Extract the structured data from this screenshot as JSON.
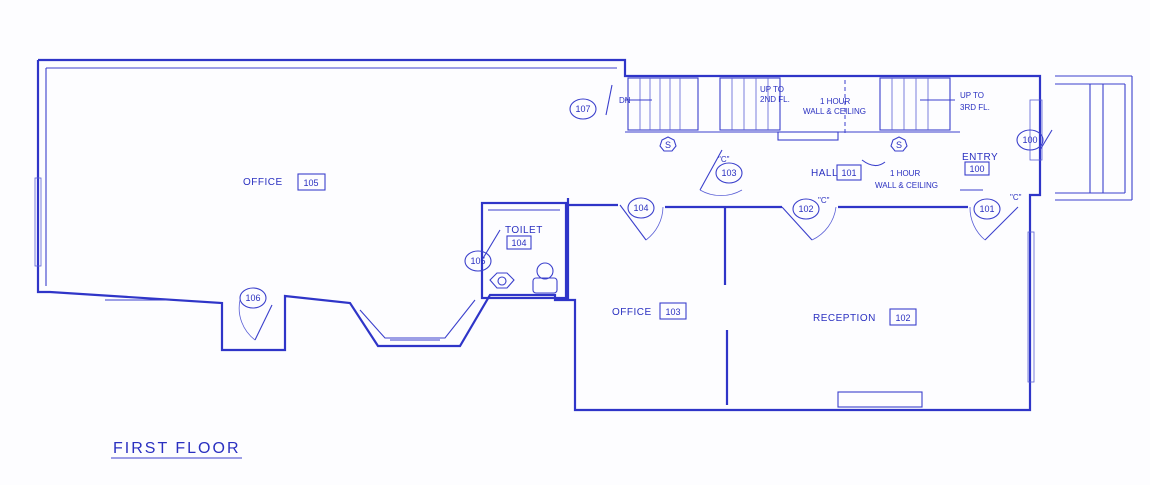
{
  "title": "FIRST FLOOR",
  "accent_color": "#2f35c8",
  "rooms": [
    {
      "name": "OFFICE",
      "number": "105"
    },
    {
      "name": "TOILET",
      "number": "104"
    },
    {
      "name": "OFFICE",
      "number": "103"
    },
    {
      "name": "RECEPTION",
      "number": "102"
    },
    {
      "name": "HALL",
      "number": "101"
    },
    {
      "name": "ENTRY",
      "number": "100"
    }
  ],
  "doors": [
    "107",
    "103",
    "104",
    "102",
    "101",
    "100",
    "105",
    "106"
  ],
  "door_ratings": {
    "c1": "\"C\"",
    "c2": "\"C\"",
    "c3": "\"C\""
  },
  "notes": {
    "dn": "DN",
    "up2_a": "UP TO",
    "up2_b": "2ND FL.",
    "up3_a": "UP TO",
    "up3_b": "3RD FL.",
    "rating_a_1": "1 HOUR",
    "rating_a_2": "WALL & CEILING",
    "rating_b_1": "1 HOUR",
    "rating_b_2": "WALL & CEILING"
  },
  "symbols": {
    "smoke": "S"
  }
}
